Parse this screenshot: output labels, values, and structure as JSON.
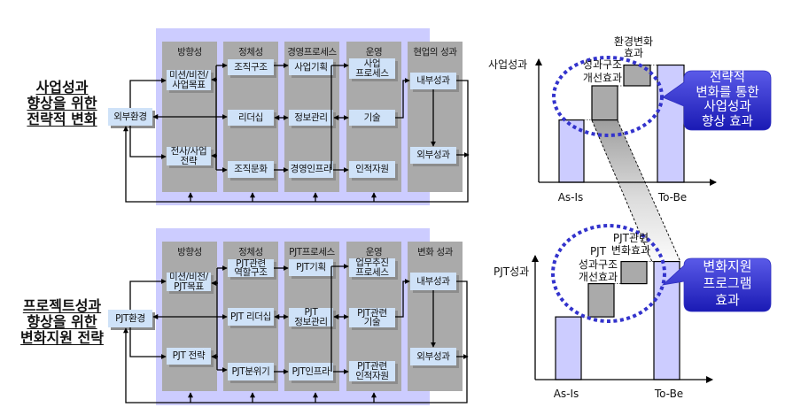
{
  "strategy_diagram": {
    "title": [
      "사업성과",
      "향상을 위한",
      "전략적 변화"
    ],
    "environment": "외부환경",
    "columns": [
      {
        "header": "방향성",
        "items": [
          "미션/비전/\n사업목표",
          "전사/사업\n전략"
        ]
      },
      {
        "header": "정체성",
        "items": [
          "조직구조",
          "리더십",
          "조직문화"
        ]
      },
      {
        "header": "경영프로세스",
        "items": [
          "사업기획",
          "정보관리",
          "경영인프라"
        ]
      },
      {
        "header": "운영",
        "items": [
          "사업\n프로세스",
          "기술",
          "인적자원"
        ]
      },
      {
        "header": "현업의 성과",
        "items": [
          "내부성과",
          "외부성과"
        ]
      }
    ]
  },
  "change_diagram": {
    "title": [
      "프로젝트성과",
      "향상을 위한",
      "변화지원 전략"
    ],
    "environment": "PJT환경",
    "columns": [
      {
        "header": "방향성",
        "items": [
          "미션/비전/\nPJT목표",
          "PJT 전략"
        ]
      },
      {
        "header": "정체성",
        "items": [
          "PJT관련\n역할구조",
          "PJT 리더십",
          "PJT분위기"
        ]
      },
      {
        "header": "PJT프로세스",
        "items": [
          "PJT기획",
          "PJT\n정보관리",
          "PJT인프라"
        ]
      },
      {
        "header": "운영",
        "items": [
          "업무추진\n프로세스",
          "PJT관련\n기술",
          "PJT관련\n인적자원"
        ]
      },
      {
        "header": "변화 성과",
        "items": [
          "내부성과",
          "외부성과"
        ]
      }
    ]
  },
  "chart_data": [
    {
      "type": "bar",
      "variant": "waterfall",
      "title": "",
      "xlabel": "",
      "ylabel": "사업성과",
      "x_tick_labels": [
        "As-Is",
        "To-Be"
      ],
      "categories": [
        "As-Is",
        "성과구조 개선효과",
        "환경변화 효과",
        "To-Be"
      ],
      "values": [
        51,
        28,
        17,
        96
      ],
      "ylim": [
        0,
        100
      ],
      "grid": false,
      "annotations": [
        {
          "target": "성과구조 개선효과",
          "lines": "성과구조\n개선효과"
        },
        {
          "target": "환경변화 효과",
          "lines": "환경변화\n효과"
        }
      ],
      "callout": [
        "전략적",
        "변화를 통한",
        "사업성과",
        "향상 효과"
      ]
    },
    {
      "type": "bar",
      "variant": "waterfall",
      "title": "",
      "xlabel": "",
      "ylabel": "PJT성과",
      "x_tick_labels": [
        "As-Is",
        "To-Be"
      ],
      "categories": [
        "As-Is",
        "PJT 성과구조 개선효과",
        "PJT관련 변화효과",
        "To-Be"
      ],
      "values": [
        51,
        27,
        18,
        96
      ],
      "ylim": [
        0,
        100
      ],
      "grid": false,
      "annotations": [
        {
          "target": "PJT 성과구조 개선효과",
          "lines": "PJT\n성과구조\n개선효과"
        },
        {
          "target": "PJT관련 변화효과",
          "lines": "PJT관련\n변화효과"
        }
      ],
      "callout": [
        "변화지원",
        "프로그램",
        "효과"
      ]
    }
  ],
  "colors": {
    "background_purple": "#ccccff",
    "column_gray": "#aaaaaa",
    "box_blue": "#cfe2f8",
    "bar_lavender": "#ccccff",
    "bar_gray": "#aaaaaa",
    "highlight_dots": "#3333cc",
    "callout_top": "#5a5ae8",
    "callout_bottom": "#1a1ab4"
  }
}
